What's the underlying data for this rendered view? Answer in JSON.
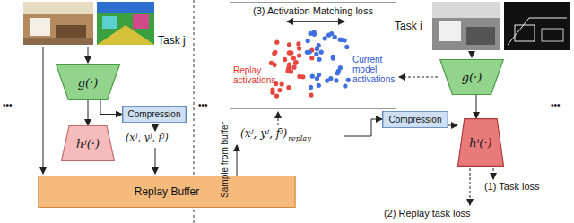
{
  "diagram": {
    "nodes": [
      {
        "text": [
          "(3) Activation Matching loss",
          "Replay activations",
          "Current model activations"
        ]
      },
      {
        "text": [
          "g(·)"
        ]
      },
      {
        "text": [
          "hʲ(·)"
        ]
      },
      {
        "text": [
          "Compression"
        ]
      },
      {
        "text": [
          "Replay Buffer"
        ]
      },
      {
        "text": [
          "g(·)"
        ]
      },
      {
        "text": [
          "Compression"
        ]
      },
      {
        "text": [
          "hⁱ(·)"
        ]
      }
    ],
    "edges": [
      {
        "from": 1,
        "to": 2,
        "arrow": "to"
      },
      {
        "from": 1,
        "to": 3,
        "arrow": "to"
      },
      {
        "from": 5,
        "to": 7,
        "arrow": "to"
      },
      {
        "from": 6,
        "to": 7,
        "arrow": "to"
      }
    ],
    "labels": [
      "Task j",
      "(xʲ, yʲ, fʲ)",
      "Sample from buffer",
      "(xʲ, yʲ, fʲ)",
      "replay",
      "Task i",
      "(1) Task loss",
      "(2) Replay task loss",
      "•••",
      "•••",
      "•••"
    ]
  }
}
